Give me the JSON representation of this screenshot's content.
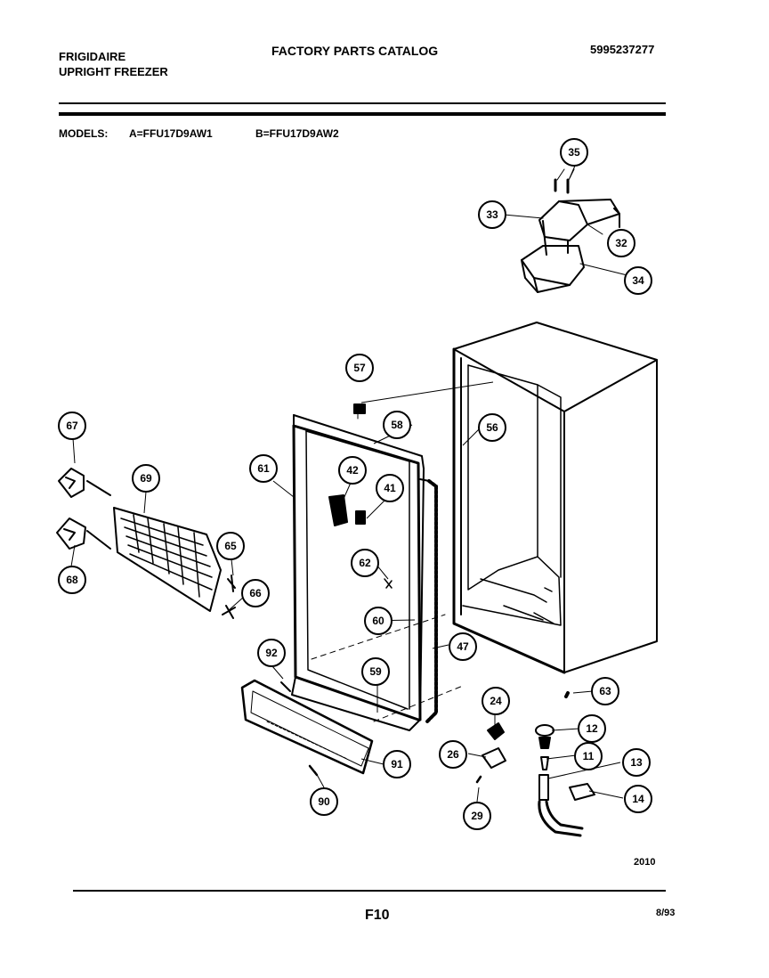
{
  "header": {
    "brand_line1": "FRIGIDAIRE",
    "brand_line2": "UPRIGHT FREEZER",
    "catalog_title": "FACTORY PARTS CATALOG",
    "catalog_number": "5995237277"
  },
  "models": {
    "label": "MODELS:",
    "model_a": "A=FFU17D9AW1",
    "model_b": "B=FFU17D9AW2"
  },
  "diagram": {
    "callouts": [
      {
        "id": "35",
        "label": "35"
      },
      {
        "id": "33",
        "label": "33"
      },
      {
        "id": "32",
        "label": "32"
      },
      {
        "id": "34",
        "label": "34"
      },
      {
        "id": "57",
        "label": "57"
      },
      {
        "id": "58",
        "label": "58"
      },
      {
        "id": "56",
        "label": "56"
      },
      {
        "id": "67",
        "label": "67"
      },
      {
        "id": "69",
        "label": "69"
      },
      {
        "id": "61",
        "label": "61"
      },
      {
        "id": "42",
        "label": "42"
      },
      {
        "id": "41",
        "label": "41"
      },
      {
        "id": "65",
        "label": "65"
      },
      {
        "id": "68",
        "label": "68"
      },
      {
        "id": "62",
        "label": "62"
      },
      {
        "id": "66",
        "label": "66"
      },
      {
        "id": "60",
        "label": "60"
      },
      {
        "id": "47",
        "label": "47"
      },
      {
        "id": "92",
        "label": "92"
      },
      {
        "id": "59",
        "label": "59"
      },
      {
        "id": "63",
        "label": "63"
      },
      {
        "id": "24",
        "label": "24"
      },
      {
        "id": "12",
        "label": "12"
      },
      {
        "id": "26",
        "label": "26"
      },
      {
        "id": "11",
        "label": "11"
      },
      {
        "id": "91",
        "label": "91"
      },
      {
        "id": "13",
        "label": "13"
      },
      {
        "id": "90",
        "label": "90"
      },
      {
        "id": "14",
        "label": "14"
      },
      {
        "id": "29",
        "label": "29"
      }
    ]
  },
  "footer": {
    "figure_code": "2010",
    "page_id": "F10",
    "date": "8/93"
  }
}
